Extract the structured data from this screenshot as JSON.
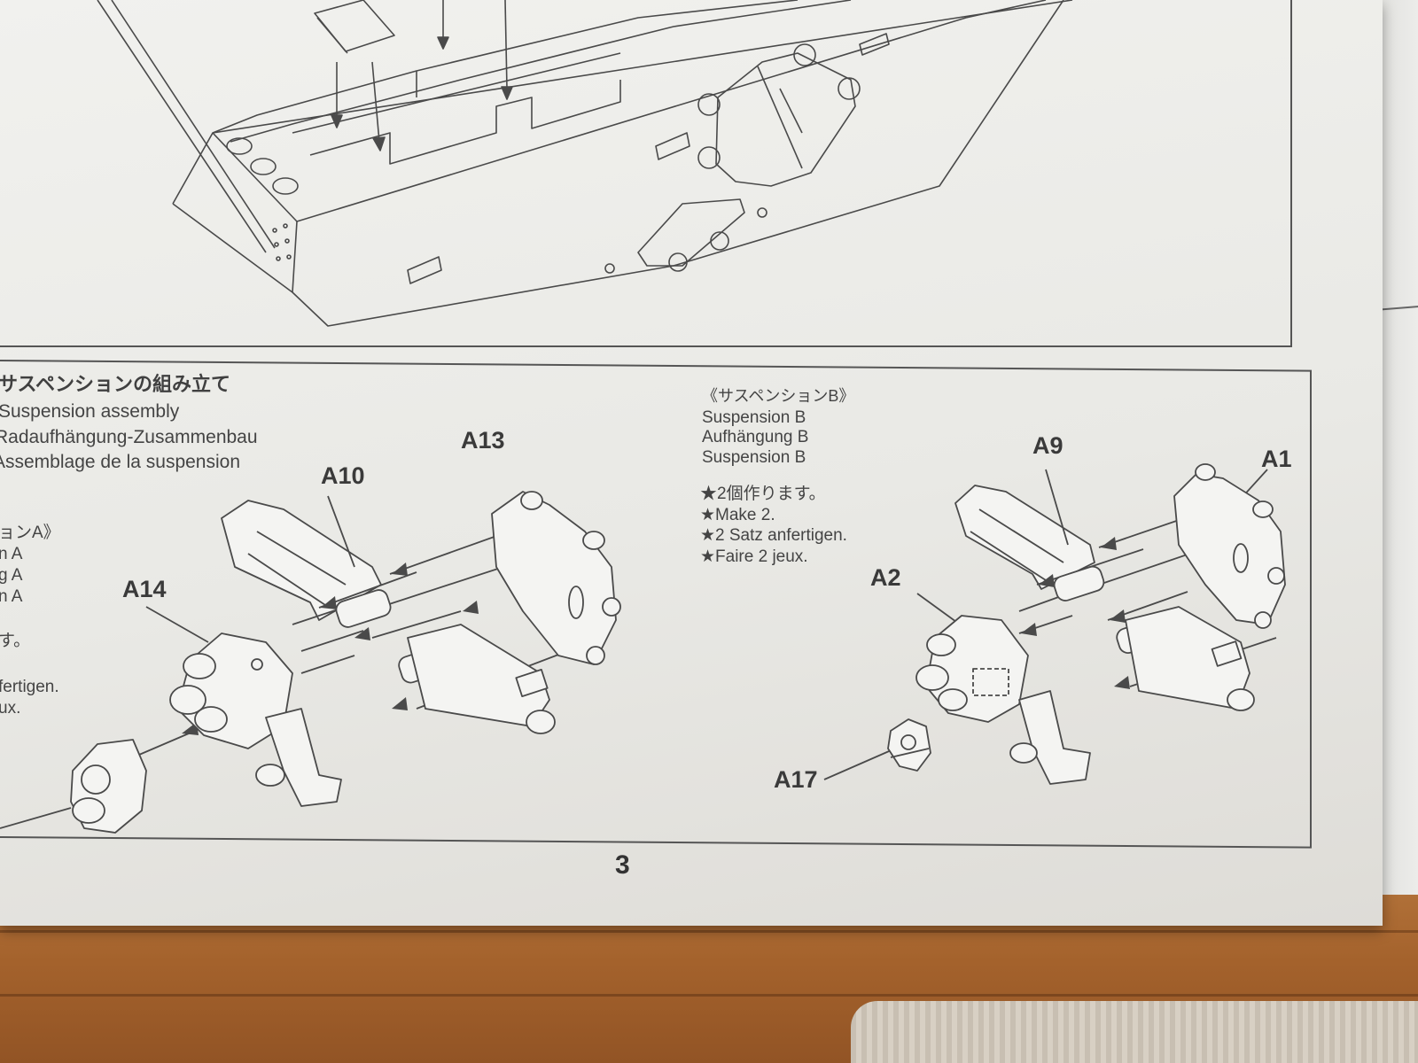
{
  "section": {
    "title_ja": "サスペンションの組み立て",
    "title_en": "Suspension assembly",
    "title_de": "Radaufhängung-Zusammenbau",
    "title_fr": "Assemblage de la suspension"
  },
  "suspension_a": {
    "label_ja": "ョンA》",
    "label_en": "n A",
    "label_de": "g A",
    "label_fr": "n A",
    "note_ja": "す。",
    "note_de": "fertigen.",
    "note_fr": "ux."
  },
  "suspension_b": {
    "label_ja": "《サスペンションB》",
    "label_en": "Suspension B",
    "label_de": "Aufhängung B",
    "label_fr": "Suspension B",
    "note_ja": "★2個作ります。",
    "note_en": "★Make 2.",
    "note_de": "★2 Satz anfertigen.",
    "note_fr": "★Faire 2 jeux."
  },
  "parts": {
    "a10": "A10",
    "a13": "A13",
    "a14": "A14",
    "a9": "A9",
    "a1": "A1",
    "a2": "A2",
    "a17": "A17"
  },
  "page_number": "3",
  "colors": {
    "paper": "#ececea",
    "line": "#4a4a4a",
    "floor": "#a4622c"
  }
}
